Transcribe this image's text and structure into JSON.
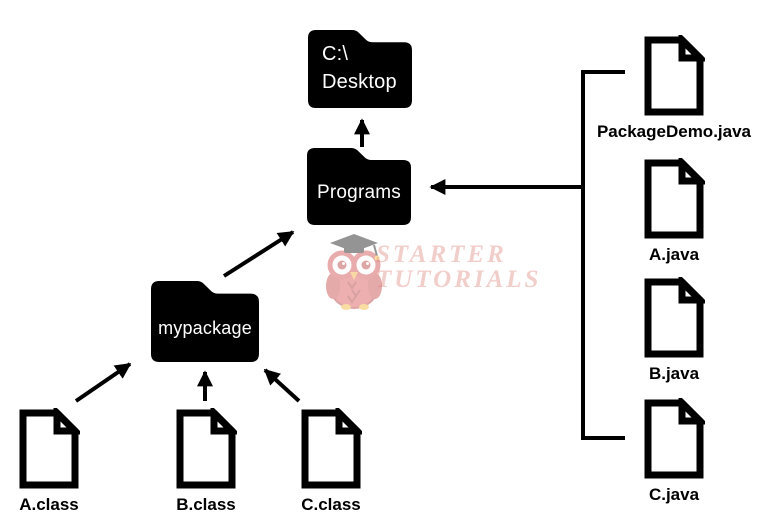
{
  "folders": {
    "desktop": {
      "line1": "C:\\",
      "line2": "Desktop"
    },
    "programs": {
      "label": "Programs"
    },
    "mypackage": {
      "label": "mypackage"
    }
  },
  "class_files": [
    {
      "label": "A.class"
    },
    {
      "label": "B.class"
    },
    {
      "label": "C.class"
    }
  ],
  "java_files": [
    {
      "label": "PackageDemo.java"
    },
    {
      "label": "A.java"
    },
    {
      "label": "B.java"
    },
    {
      "label": "C.java"
    }
  ],
  "watermark": {
    "line1": "STARTER",
    "line2": "TUTORIALS"
  },
  "colors": {
    "diagram_ink": "#000000",
    "background": "#ffffff",
    "watermark_text": "#e0968f",
    "owl_body": "#d94f4f",
    "owl_accent": "#f2b233"
  }
}
